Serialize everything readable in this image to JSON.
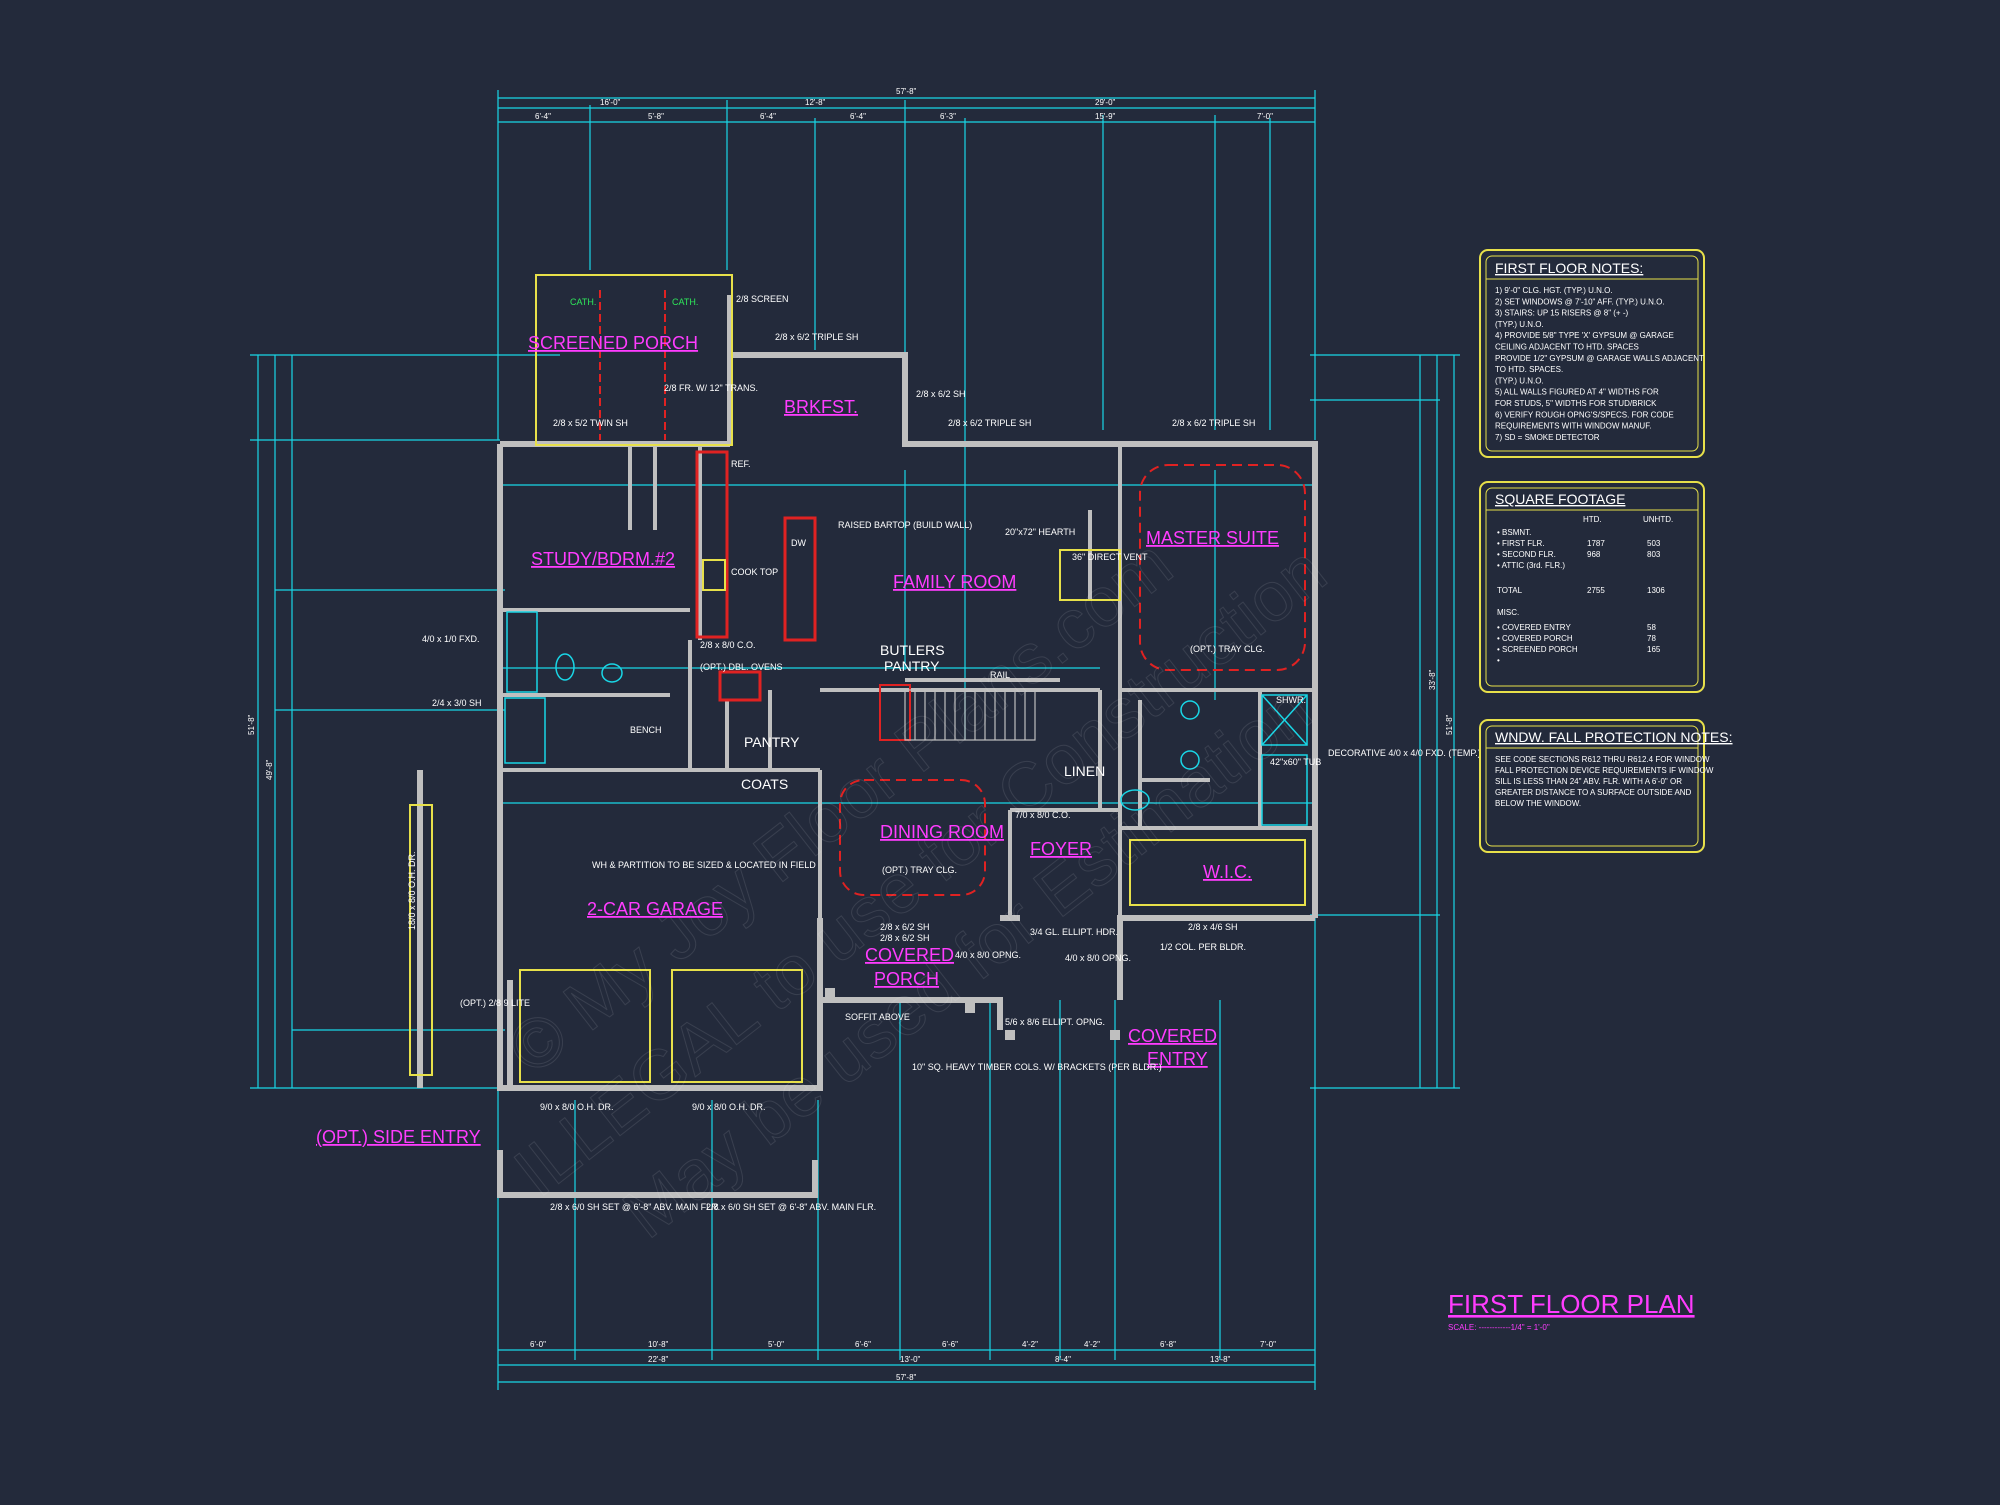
{
  "title": "FIRST FLOOR PLAN",
  "scale": "SCALE: ------------1/4\" = 1'-0\"",
  "watermark": {
    "line1": "© My Joy Floor Plans.com",
    "line2": "ILLEGAL to use for Construction",
    "line3": "May be used for Estimation"
  },
  "rooms": {
    "screened_porch": "SCREENED PORCH",
    "brkfst": "BRKFST.",
    "study": "STUDY/BDRM.#2",
    "family_room": "FAMILY ROOM",
    "master_suite": "MASTER SUITE",
    "butlers_pantry_1": "BUTLERS",
    "butlers_pantry_2": "PANTRY",
    "pantry": "PANTRY",
    "coats": "COATS",
    "linen": "LINEN",
    "dining_room": "DINING ROOM",
    "foyer": "FOYER",
    "wic": "W.I.C.",
    "garage": "2-CAR GARAGE",
    "covered_porch_1": "COVERED",
    "covered_porch_2": "PORCH",
    "covered_entry_1": "COVERED",
    "covered_entry_2": "ENTRY",
    "side_entry": "(OPT.) SIDE ENTRY"
  },
  "labels": {
    "cath1": "CATH.",
    "cath2": "CATH.",
    "screen": "2/8 SCREEN",
    "triple_sh_top": "2/8 x 6/2 TRIPLE SH",
    "sh_right": "2/8 x 6/2 SH",
    "triple_sh_mid": "2/8 x 6/2 TRIPLE SH",
    "triple_sh_master": "2/8 x 6/2 TRIPLE SH",
    "twin_sh": "2/8 x 5/2 TWIN SH",
    "fr_trans": "2/8 FR. W/ 12\" TRANS.",
    "ref": "REF.",
    "raised_bartop": "RAISED BARTOP (BUILD WALL)",
    "dw": "DW",
    "cooktop": "COOK TOP",
    "hearth": "20\"x72\" HEARTH",
    "direct_vent": "36\" DIRECT VENT",
    "tray_clg": "(OPT.) TRAY CLG.",
    "fxd_1": "4/0 x 1/0 FXD.",
    "sh_2": "2/4 x 3/0 SH",
    "dbl_ovens": "(OPT.) DBL. OVENS",
    "co_1": "2/8 x 8/0 C.O.",
    "rail": "RAIL",
    "bench": "BENCH",
    "shwr": "SHWR.",
    "tub": "42\"x60\" TUB",
    "decorative": "DECORATIVE 4/0 x 4/0 FXD. (TEMP.)",
    "partition": "WH & PARTITION TO BE SIZED & LOCATED IN FIELD",
    "tray_dining": "(OPT.) TRAY CLG.",
    "co_foyer": "7/0 x 8/0 C.O.",
    "ellipt": "3/4 GL. ELLIPT. HDR.",
    "opng": "4/0 x 8/0 OPNG.",
    "opng2": "4/0 x 8/0 OPNG.",
    "sh_wic": "2/8 x 4/6 SH",
    "col": "1/2 COL. PER BLDR.",
    "soffit": "SOFFIT ABOVE",
    "ellipt_opng": "5/6 x 8/6 ELLIPT. OPNG.",
    "timber": "10\" SQ. HEAVY TIMBER COLS. W/ BRACKETS (PER BLDR.)",
    "garage_door_1": "9/0 x 8/0 O.H. DR.",
    "garage_door_2": "9/0 x 8/0 O.H. DR.",
    "side_door": "18/0 x 8/0 O.H. DR.",
    "opt_lite": "(OPT.) 2/8 9 LITE",
    "sh_bottom_1": "2/8 x 6/0 SH SET @ 6'-8\" ABV. MAIN FLR.",
    "sh_bottom_2": "2/8 x 6/0 SH SET @ 6'-8\" ABV. MAIN FLR.",
    "sh_dining_1": "2/8 x 6/2 SH",
    "sh_dining_2": "2/8 x 6/2 SH"
  },
  "dimensions": {
    "top_total": "57'-8\"",
    "top_a": "16'-0\"",
    "top_b": "12'-8\"",
    "top_c": "29'-0\"",
    "top_row": [
      "6'-4\"",
      "5'-8\"",
      "6'-4\"",
      "6'-4\"",
      "6'-3\"",
      "15'-9\"",
      "7'-0\""
    ],
    "bottom_row": [
      "6'-0\"",
      "10'-8\"",
      "5'-0\"",
      "6'-6\"",
      "6'-6\"",
      "4'-2\"",
      "4'-2\"",
      "6'-8\"",
      "7'-0\""
    ],
    "bottom_mid": [
      "22'-8\"",
      "13'-0\"",
      "8'-4\"",
      "13'-8\""
    ],
    "bottom_total": "57'-8\"",
    "left_total": "51'-8\"",
    "left_b": "49'-8\"",
    "right_total": "51'-8\"",
    "right_b": "33'-8\""
  },
  "notes_first_floor": {
    "title": "FIRST FLOOR NOTES:",
    "lines": [
      "1) 9'-0\" CLG. HGT. (TYP.) U.N.O.",
      "2) SET WINDOWS @ 7'-10\" AFF. (TYP.) U.N.O.",
      "3) STAIRS: UP 15 RISERS @ 8\" (+ -)",
      "   (TYP.) U.N.O.",
      "4) PROVIDE 5/8\" TYPE 'X' GYPSUM @ GARAGE",
      "   CEILING ADJACENT TO HTD. SPACES",
      "   PROVIDE 1/2\" GYPSUM @ GARAGE WALLS ADJACENT",
      "   TO HTD. SPACES.",
      "   (TYP.) U.N.O.",
      "5) ALL WALLS FIGURED AT 4\" WIDTHS FOR",
      "   FOR STUDS, 5\" WIDTHS FOR STUD/BRICK",
      "6) VERIFY ROUGH OPNG'S/SPECS. FOR CODE",
      "   REQUIREMENTS WITH WINDOW MANUF.",
      "7) SD = SMOKE DETECTOR"
    ]
  },
  "square_footage": {
    "title": "SQUARE FOOTAGE",
    "col_htd": "HTD.",
    "col_unhtd": "UNHTD.",
    "rows": [
      {
        "label": "• BSMNT.",
        "htd": "",
        "unhtd": ""
      },
      {
        "label": "• FIRST FLR.",
        "htd": "1787",
        "unhtd": "503"
      },
      {
        "label": "• SECOND FLR.",
        "htd": "968",
        "unhtd": "803"
      },
      {
        "label": "• ATTIC (3rd. FLR.)",
        "htd": "",
        "unhtd": ""
      },
      {
        "label": "TOTAL",
        "htd": "2755",
        "unhtd": "1306"
      }
    ],
    "misc_title": "MISC.",
    "misc": [
      {
        "label": "• COVERED ENTRY",
        "val": "58"
      },
      {
        "label": "• COVERED PORCH",
        "val": "78"
      },
      {
        "label": "• SCREENED PORCH",
        "val": "165"
      },
      {
        "label": "•",
        "val": ""
      }
    ]
  },
  "window_fall": {
    "title": "WNDW. FALL PROTECTION NOTES:",
    "lines": [
      "SEE CODE SECTIONS R612 THRU R612.4 FOR WINDOW",
      "FALL PROTECTION DEVICE REQUIREMENTS IF WINDOW",
      "SILL IS LESS THAN 24\" ABV. FLR. WITH A 6'-0\" OR",
      "GREATER DISTANCE TO A SURFACE OUTSIDE AND",
      "BELOW THE WINDOW."
    ]
  },
  "colors": {
    "background": "#232a3b",
    "room_label": "#ff3cff",
    "dimension": "#19d6e6",
    "wall": "#bfbfbf",
    "panel_border": "#e7e04a",
    "kitchen_red": "#e02222"
  }
}
